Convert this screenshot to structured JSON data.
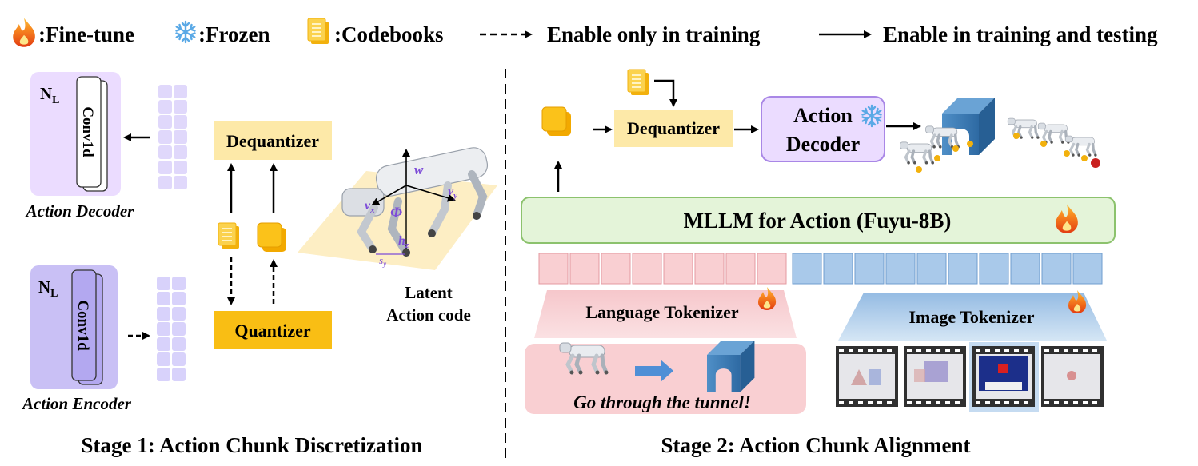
{
  "legend": {
    "finetune": ":Fine-tune",
    "frozen": ":Frozen",
    "codebooks": ":Codebooks",
    "train_only": "Enable only in training",
    "train_test": "Enable in training and testing"
  },
  "stage1": {
    "title": "Stage 1: Action Chunk Discretization",
    "decoder_label": "Action Decoder",
    "encoder_label": "Action Encoder",
    "nl": "N",
    "nl_sub": "L",
    "conv": "Conv1d",
    "dequantizer": "Dequantizer",
    "quantizer": "Quantizer",
    "latent_line1": "Latent",
    "latent_line2": "Action code",
    "robot_labels": {
      "w": "w",
      "vx": "v",
      "vx_sub": "x",
      "vy": "v",
      "vy_sub": "y",
      "phi": "Φ",
      "h": "h",
      "h_sub": "z",
      "s": "s",
      "s_sub": "y"
    }
  },
  "stage2": {
    "title": "Stage 2: Action Chunk Alignment",
    "dequantizer": "Dequantizer",
    "decoder_line1": "Action",
    "decoder_line2": "Decoder",
    "mllm": "MLLM for Action (Fuyu-8B)",
    "lang_tokenizer": "Language Tokenizer",
    "img_tokenizer": "Image Tokenizer",
    "instruction": "Go through the tunnel!"
  },
  "colors": {
    "decoder_purple": "#ebdcff",
    "encoder_purple": "#c9c0f5",
    "token_purple": "#e0d8fb",
    "dequant_yellow": "#fde9a8",
    "quant_yellow": "#f9be14",
    "code_yellow": "#f6c11a",
    "mllm_green": "#e4f4d9",
    "mllm_border": "#8cc26d",
    "lang_pink": "#f9cfd2",
    "token_blue": "#a9c9ea",
    "img_blue": "#9fc3e7",
    "tunnel_blue": "#3b7ab3",
    "fire": "#f2581d"
  },
  "icons": [
    "fire-icon",
    "snowflake-icon",
    "codebook-icon",
    "dashed-arrow-icon",
    "solid-arrow-icon",
    "robot-dog-icon",
    "tunnel-icon",
    "film-frame-icon"
  ]
}
